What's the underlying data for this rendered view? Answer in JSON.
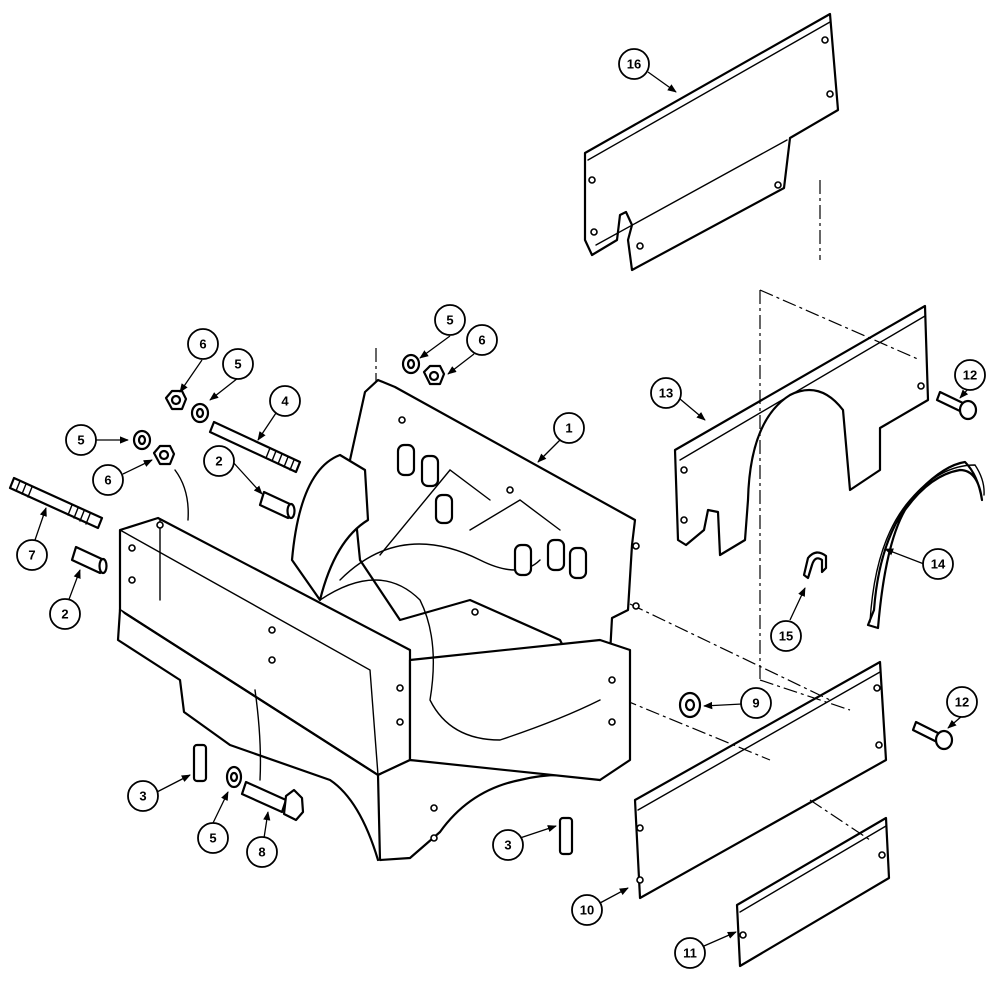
{
  "callouts": [
    {
      "label": "1"
    },
    {
      "label": "2"
    },
    {
      "label": "2"
    },
    {
      "label": "3"
    },
    {
      "label": "3"
    },
    {
      "label": "4"
    },
    {
      "label": "5"
    },
    {
      "label": "5"
    },
    {
      "label": "5"
    },
    {
      "label": "5"
    },
    {
      "label": "6"
    },
    {
      "label": "6"
    },
    {
      "label": "6"
    },
    {
      "label": "7"
    },
    {
      "label": "8"
    },
    {
      "label": "9"
    },
    {
      "label": "10"
    },
    {
      "label": "11"
    },
    {
      "label": "12"
    },
    {
      "label": "12"
    },
    {
      "label": "13"
    },
    {
      "label": "14"
    },
    {
      "label": "15"
    },
    {
      "label": "16"
    }
  ]
}
